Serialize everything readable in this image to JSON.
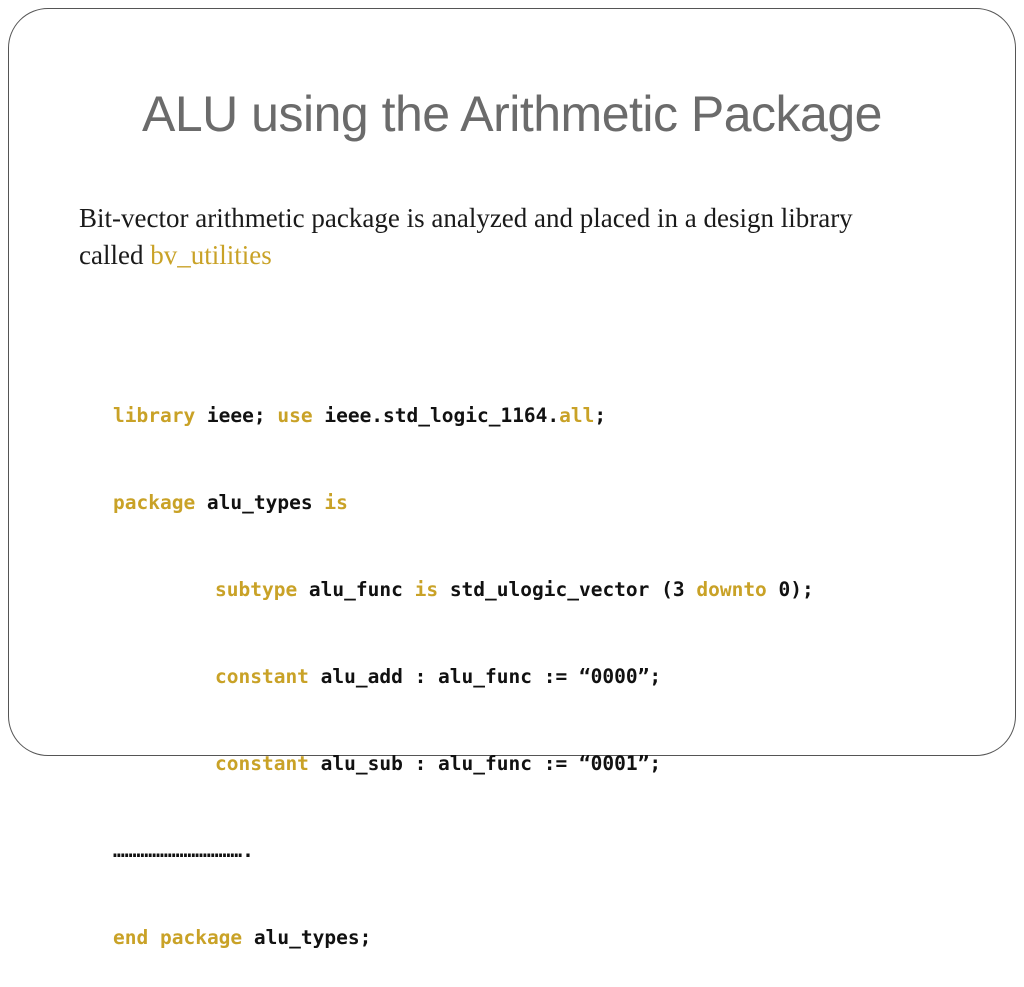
{
  "slide": {
    "title": "ALU using the Arithmetic Package",
    "body_text_prefix": "Bit-vector arithmetic package is analyzed and placed in a design library called ",
    "body_text_highlight": "bv_utilities",
    "colors": {
      "title": "#6b6b6b",
      "text": "#1a1a1a",
      "accent": "#c9a227",
      "border": "#555555"
    }
  },
  "code": {
    "line1": {
      "kw1": "library",
      "t1": " ieee; ",
      "kw2": "use",
      "t2": " ieee.std_logic_1164.",
      "kw3": "all",
      "t3": ";"
    },
    "line2": {
      "kw1": "package",
      "t1": " alu_types ",
      "kw2": "is"
    },
    "line3": {
      "kw1": "subtype",
      "t1": " alu_func ",
      "kw2": "is",
      "t2": " std_ulogic_vector (3 ",
      "kw3": "downto",
      "t3": " 0);"
    },
    "line4": {
      "kw1": "constant",
      "t1": " alu_add : alu_func := “0000”;"
    },
    "line5": {
      "kw1": "constant",
      "t1": " alu_sub : alu_func := “0001”;"
    },
    "line6": {
      "t1": "……………………………."
    },
    "line7": {
      "kw1": "end",
      "t1": " ",
      "kw2": "package",
      "t2": " alu_types;"
    }
  }
}
